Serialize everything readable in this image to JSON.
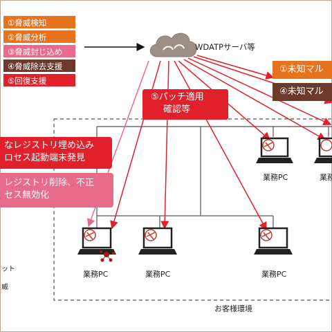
{
  "steps": [
    {
      "label": "①脅威検知",
      "color": "#e8731f"
    },
    {
      "label": "②脅威分析",
      "color": "#e8731f"
    },
    {
      "label": "③脅威封じ込め",
      "color": "#e86b8a"
    },
    {
      "label": "④脅威除去支援",
      "color": "#6b3a2a"
    },
    {
      "label": "⑤回復支援",
      "color": "#e0202a"
    }
  ],
  "server": {
    "label": "WDATPサーバ等"
  },
  "right_callouts": [
    {
      "label": "①未知マル",
      "color": "#e8731f"
    },
    {
      "label": "④未知マル",
      "color": "#6b3a2a"
    }
  ],
  "patch_callout": {
    "line1": "⑤パッチ適用",
    "line2": "確認等",
    "color": "#e0202a"
  },
  "left_callout_red": {
    "line1": "なレジストリ埋め込み",
    "line2": "ロセス起動端末発見",
    "color": "#e0202a"
  },
  "left_callout_pink": {
    "line1": "レジストリ削除、不正",
    "line2": "セス無効化",
    "color": "#e86b8a"
  },
  "pcs": [
    {
      "label": "業務PC"
    },
    {
      "label": "業務PC"
    },
    {
      "label": "業務PC"
    },
    {
      "label": "業務PC"
    },
    {
      "label": "業務PC"
    }
  ],
  "pc_right_top_label": "業務",
  "environment_label": "お客様環境",
  "legend": {
    "item1": "ット",
    "item2": "威"
  }
}
